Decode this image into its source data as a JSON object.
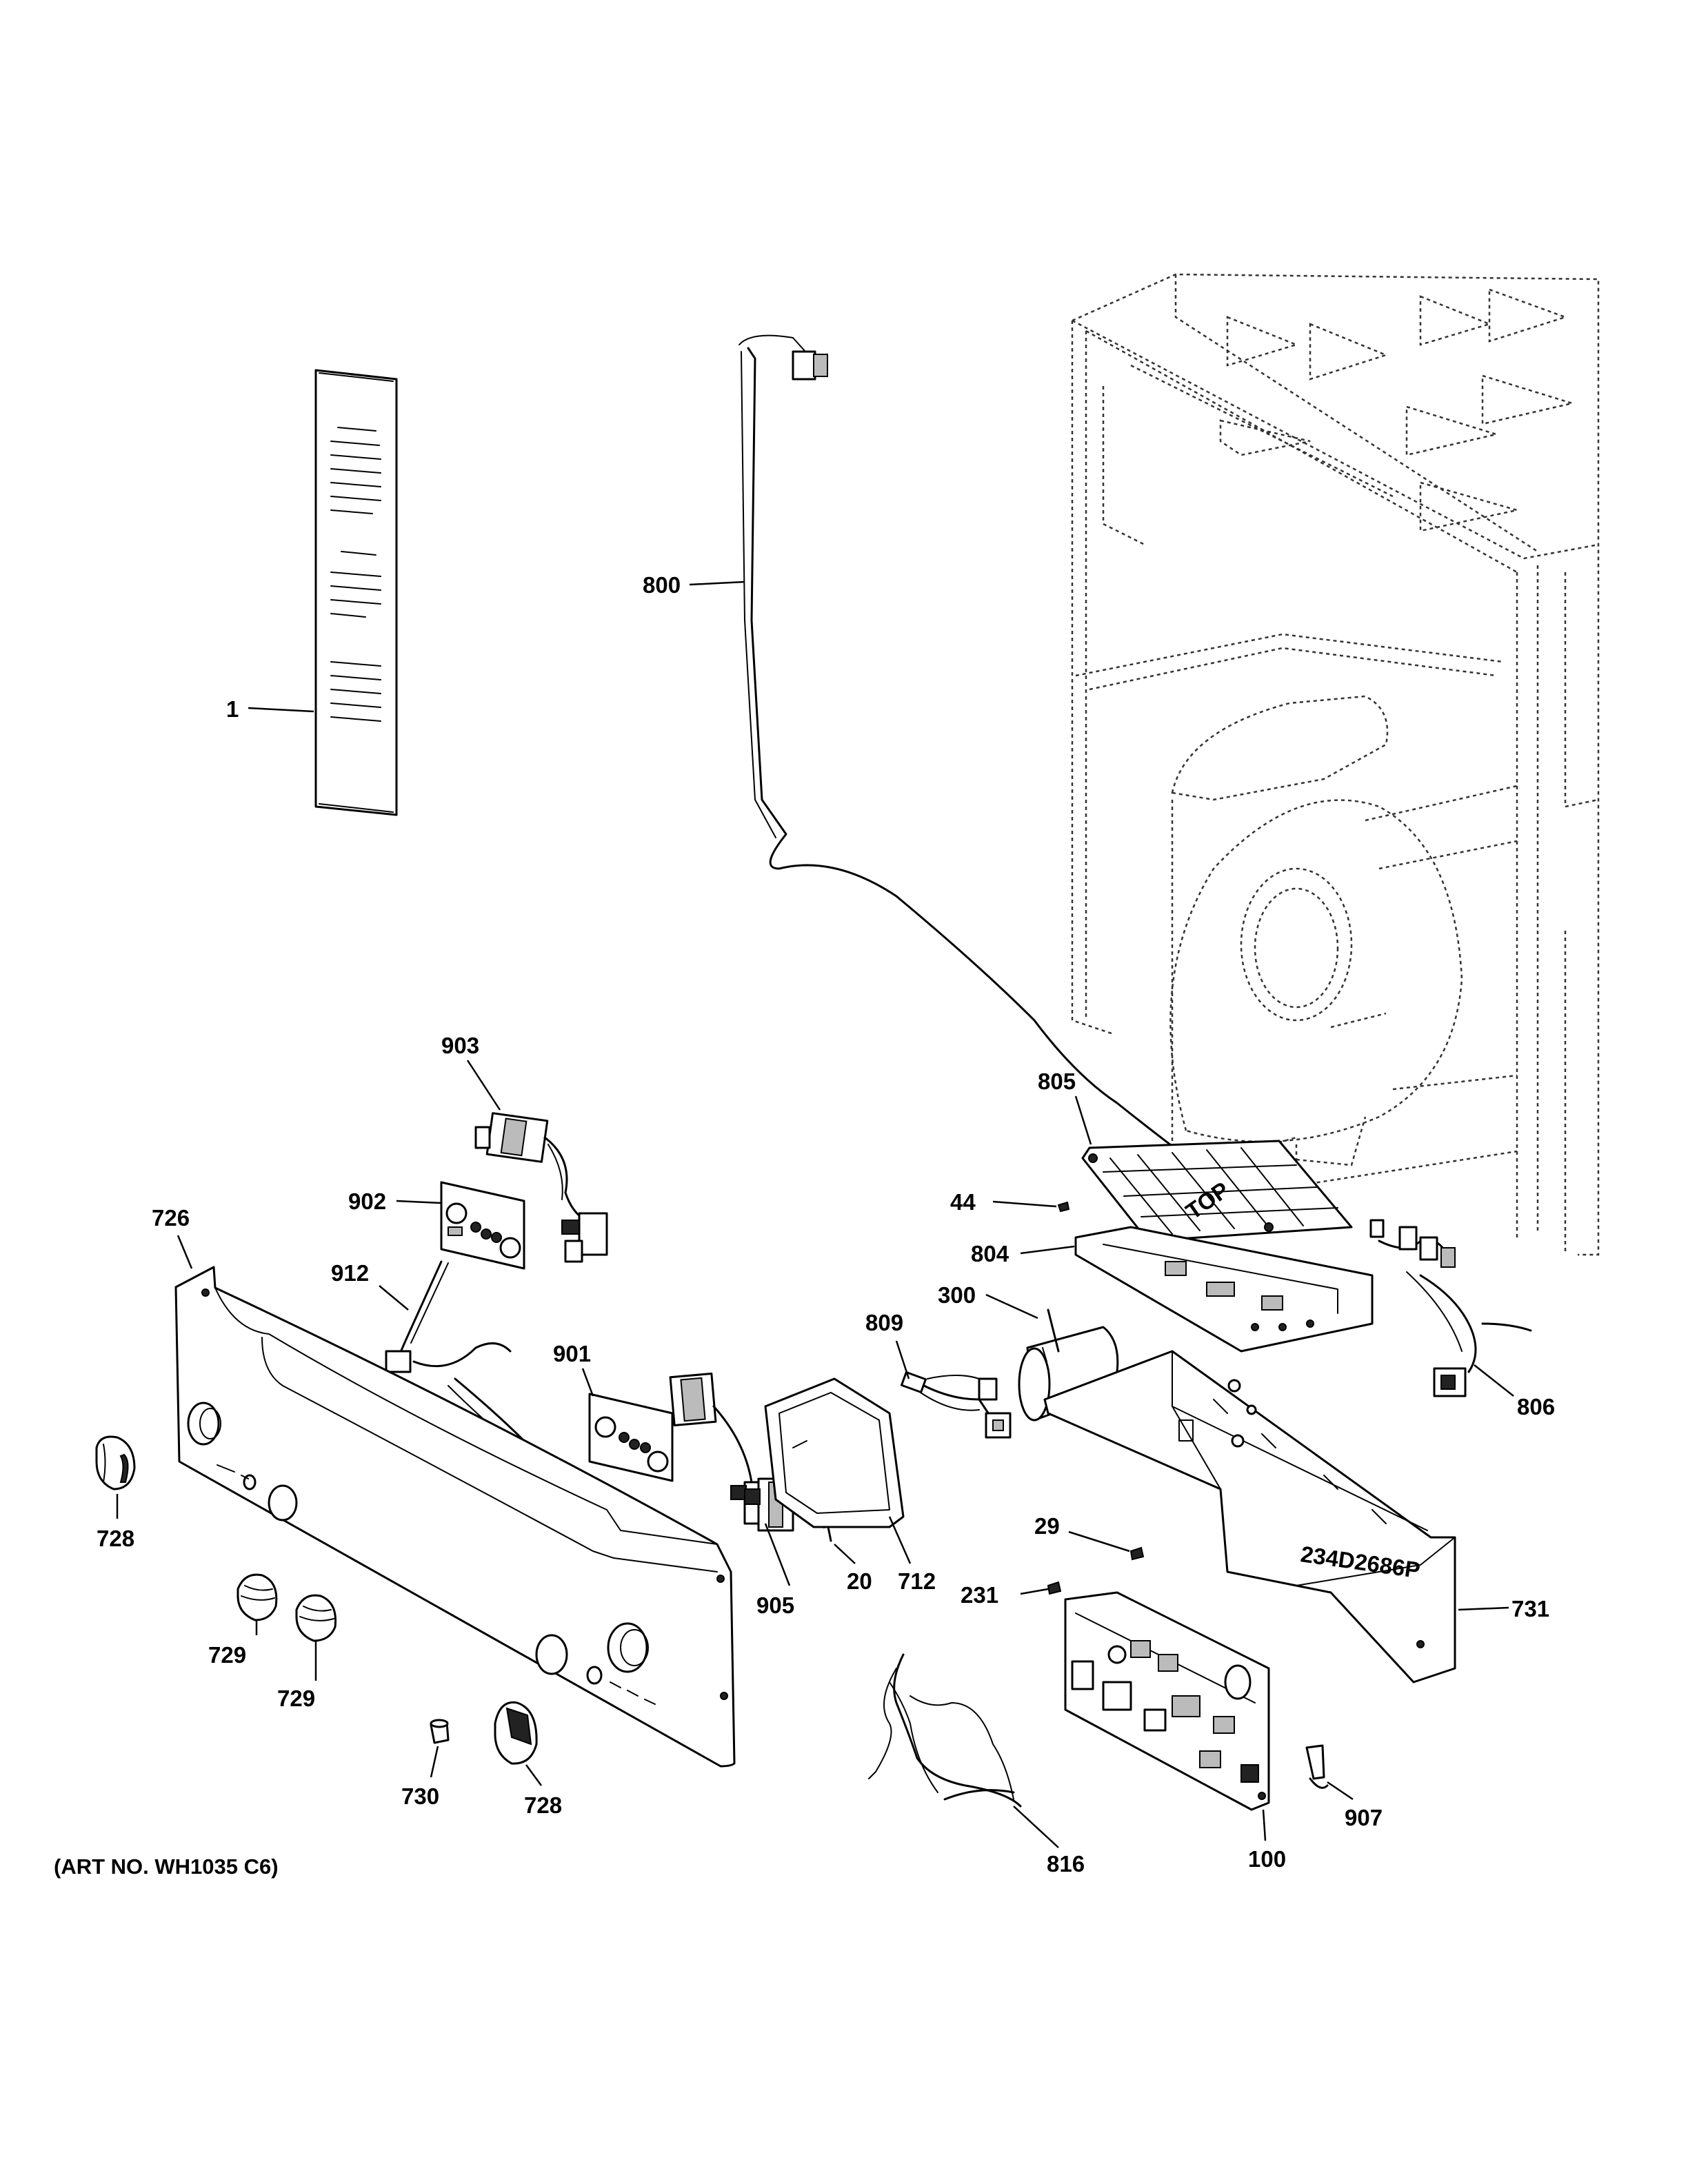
{
  "art_number": "(ART NO. WH1035 C6)",
  "callouts": {
    "c1": "1",
    "c800": "800",
    "c903": "903",
    "c902": "902",
    "c912": "912",
    "c901": "901",
    "c726": "726",
    "c728a": "728",
    "c729a": "729",
    "c729b": "729",
    "c730": "730",
    "c728b": "728",
    "c905": "905",
    "c20": "20",
    "c712": "712",
    "c809": "809",
    "c300": "300",
    "c805": "805",
    "c44": "44",
    "c804": "804",
    "c806": "806",
    "c29": "29",
    "c231": "231",
    "c731": "731",
    "c907": "907",
    "c100": "100",
    "c816": "816"
  },
  "embossed_text": {
    "top_label": "TOP",
    "serial": "234D2686P"
  }
}
